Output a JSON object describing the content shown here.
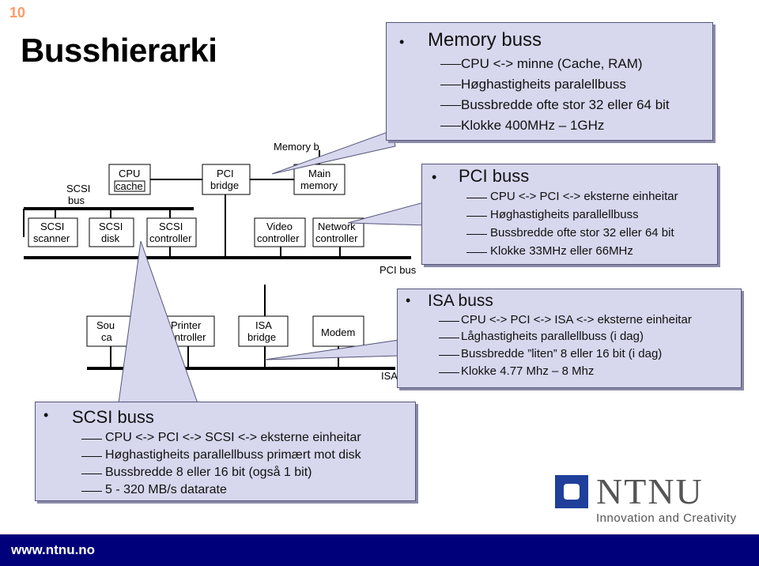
{
  "slide": {
    "number": "10",
    "title": "Busshierarki"
  },
  "diagram": {
    "memory_bus_label": "Memory b",
    "pci_bus_label": "PCI bus",
    "isa_bus_label": "ISA",
    "scsi_bus_label": [
      "SCSI",
      "bus"
    ],
    "boxes": {
      "cpu": [
        "CPU",
        "cache"
      ],
      "pci_bridge": [
        "PCI",
        "bridge"
      ],
      "main_memory": [
        "Main",
        "memory"
      ],
      "scsi_scanner": [
        "SCSI",
        "scanner"
      ],
      "scsi_disk": [
        "SCSI",
        "disk"
      ],
      "scsi_controller": [
        "SCSI",
        "controller"
      ],
      "video_controller": [
        "Video",
        "controller"
      ],
      "network_controller": [
        "Network",
        "controller"
      ],
      "sound_card": [
        "Sou",
        "ca"
      ],
      "printer_controller": [
        "Printer",
        "controller"
      ],
      "isa_bridge": [
        "ISA",
        "bridge"
      ],
      "modem": [
        "Modem"
      ]
    }
  },
  "callouts": {
    "memory": {
      "heading": "Memory buss",
      "lines": [
        "CPU <-> minne (Cache, RAM)",
        "Høghastigheits paralellbuss",
        "Bussbredde ofte stor 32 eller 64 bit",
        "Klokke 400MHz – 1GHz"
      ]
    },
    "pci": {
      "heading": "PCI buss",
      "lines": [
        "CPU <-> PCI <-> eksterne einheitar",
        "Høghastigheits parallellbuss",
        "Bussbredde ofte stor 32 eller 64 bit",
        "Klokke 33MHz eller 66MHz"
      ]
    },
    "isa": {
      "heading": "ISA buss",
      "lines": [
        "CPU <-> PCI <-> ISA <-> eksterne einheitar",
        "Låghastigheits parallellbuss (i dag)",
        "Bussbredde ”liten” 8 eller 16 bit (i dag)",
        "Klokke 4.77 Mhz – 8 Mhz"
      ]
    },
    "scsi": {
      "heading": "SCSI buss",
      "lines": [
        "CPU <-> PCI <-> SCSI <-> eksterne einheitar",
        "Høghastigheits parallellbuss primært mot disk",
        "Bussbredde 8 eller 16 bit (også 1 bit)",
        "5 - 320 MB/s datarate"
      ]
    }
  },
  "logo": {
    "name": "NTNU",
    "tagline": "Innovation and Creativity"
  },
  "footer": {
    "url": "www.ntnu.no"
  },
  "colors": {
    "callout_fill": "#d7d7ee",
    "footer": "#00007a",
    "logo_blue": "#1f3f9a"
  }
}
